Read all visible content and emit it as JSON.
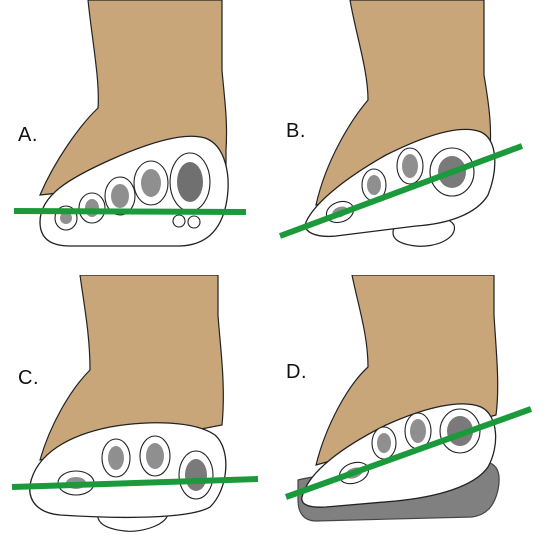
{
  "panels": [
    {
      "id": "A",
      "label": "A."
    },
    {
      "id": "B",
      "label": "B."
    },
    {
      "id": "C",
      "label": "C."
    },
    {
      "id": "D",
      "label": "D."
    }
  ],
  "colors": {
    "skin": "#c9a57a",
    "reference_line": "#1a9a3a",
    "bone_outline": "#222222",
    "insole": "#808080",
    "background": "#ffffff"
  },
  "icons": [
    "forefoot-cross-section",
    "metatarsal-head",
    "reference-line",
    "wedge-insole"
  ]
}
